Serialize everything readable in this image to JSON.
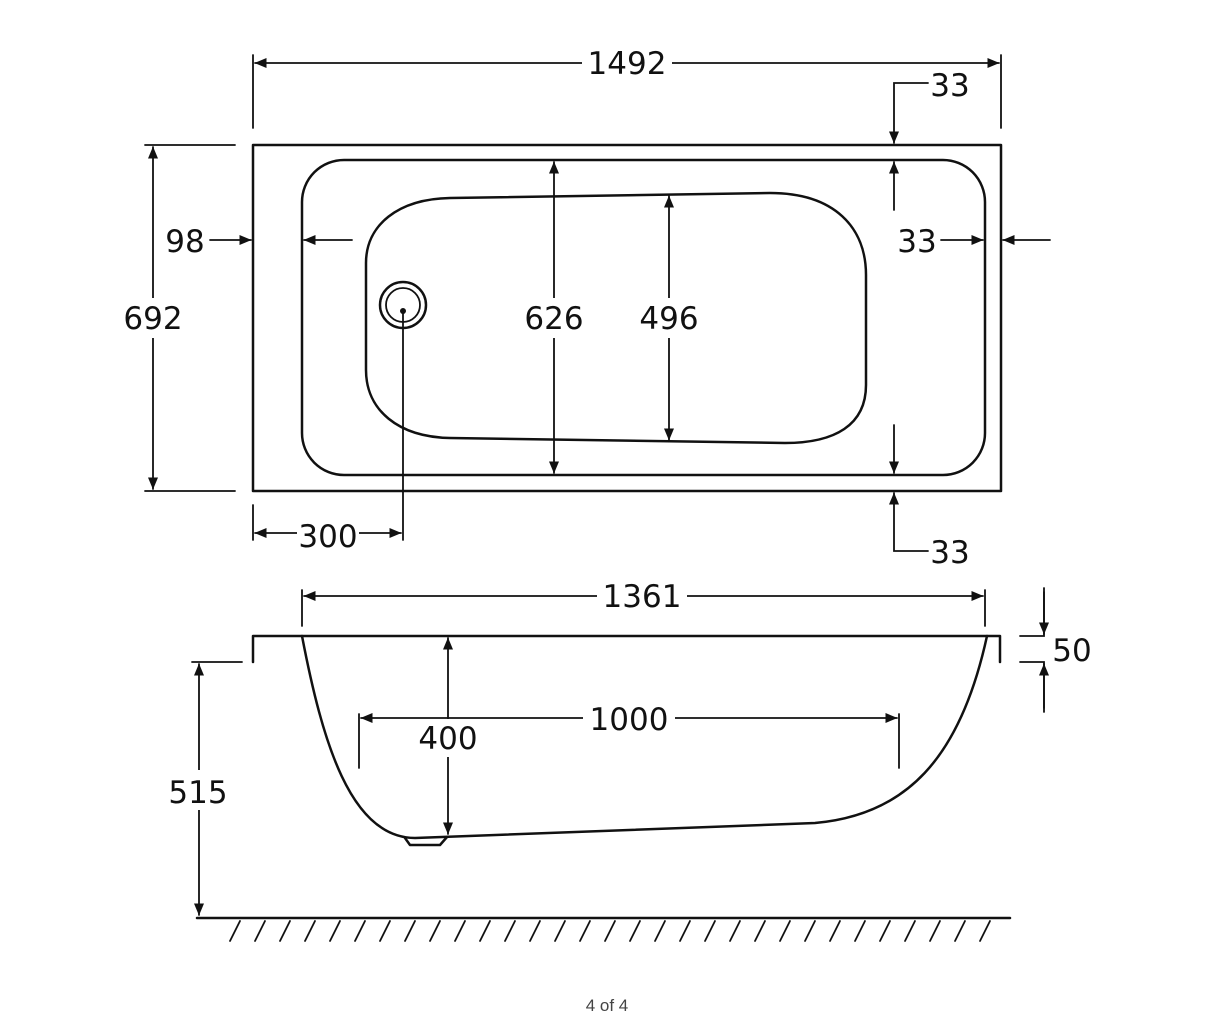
{
  "dimensions": {
    "overall_length": "1492",
    "overall_width": "692",
    "rim_left": "98",
    "rim_right": "33",
    "rim_top": "33",
    "rim_bottom": "33",
    "inner_width": "626",
    "floor_width": "496",
    "waste_offset": "300",
    "top_length": "1361",
    "rim_thickness": "50",
    "height": "515",
    "depth": "400",
    "floor_length": "1000"
  },
  "pager": {
    "text": "4 of 4"
  },
  "colors": {
    "line": "#111111",
    "background": "#ffffff"
  }
}
